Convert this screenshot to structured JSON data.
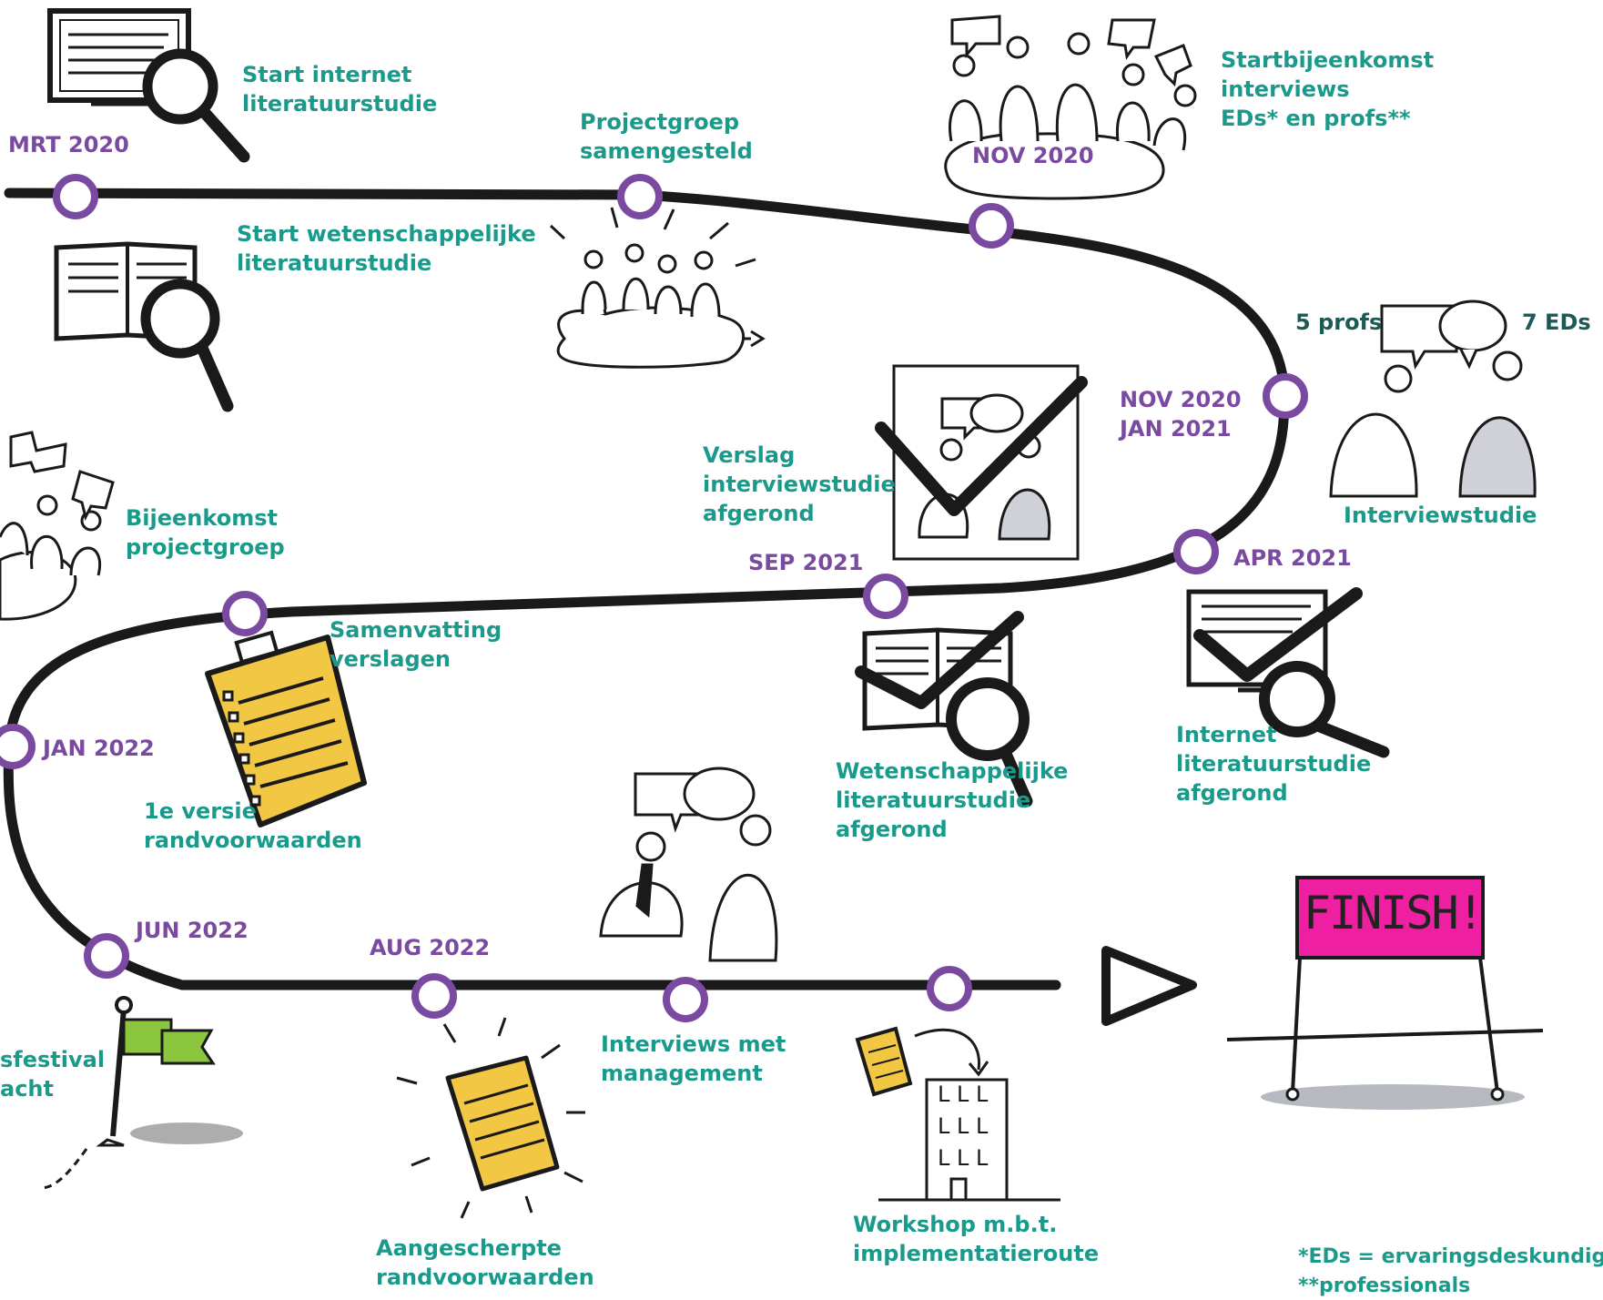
{
  "timeline": {
    "dates": {
      "mrt_2020": "MRT 2020",
      "nov_2020": "NOV 2020",
      "nov_2020_jan_2021": [
        "NOV 2020",
        "JAN 2021"
      ],
      "apr_2021": "APR 2021",
      "sep_2021": "SEP 2021",
      "jan_2022": "JAN 2022",
      "jun_2022": "JUN 2022",
      "aug_2022": "AUG 2022"
    },
    "events": {
      "start_internet": [
        "Start internet",
        "literatuurstudie"
      ],
      "projectgroep": [
        "Projectgroep",
        "samengesteld"
      ],
      "startbijeenkomst": [
        "Startbijeenkomst",
        "interviews",
        "EDs* en profs**"
      ],
      "start_wetenschappelijke": [
        "Start wetenschappelijke",
        "literatuurstudie"
      ],
      "verslag": [
        "Verslag",
        "interviewstudie",
        "afgerond"
      ],
      "interviewstudie": "Interviewstudie",
      "profs_count": "5 profs",
      "eds_count": "7 EDs",
      "bijeenkomst": [
        "Bijeenkomst",
        "projectgroep"
      ],
      "samenvatting": [
        "Samenvatting",
        "verslagen"
      ],
      "wetenschappelijke_afgerond": [
        "Wetenschappelijke",
        "literatuurstudie",
        "afgerond"
      ],
      "internet_afgerond": [
        "Internet",
        "literatuurstudie",
        "afgerond"
      ],
      "eerste_versie": [
        "1e versie",
        "randvoorwaarden"
      ],
      "festival": [
        "sfestival",
        "acht"
      ],
      "interviews_management": [
        "Interviews met",
        "management"
      ],
      "aangescherpte": [
        "Aangescherpte",
        "randvoorwaarden"
      ],
      "workshop": [
        "Workshop m.b.t.",
        "implementatieroute"
      ]
    },
    "finish_label": "FINISH!",
    "footnotes": [
      "*EDs = ervaringsdeskundig",
      "**professionals"
    ]
  },
  "colors": {
    "teal": "#1a9a8a",
    "purple": "#7a4aa0",
    "finish_banner": "#ee1fa0",
    "clipboard": "#f2c744",
    "flag": "#8cc63f"
  }
}
